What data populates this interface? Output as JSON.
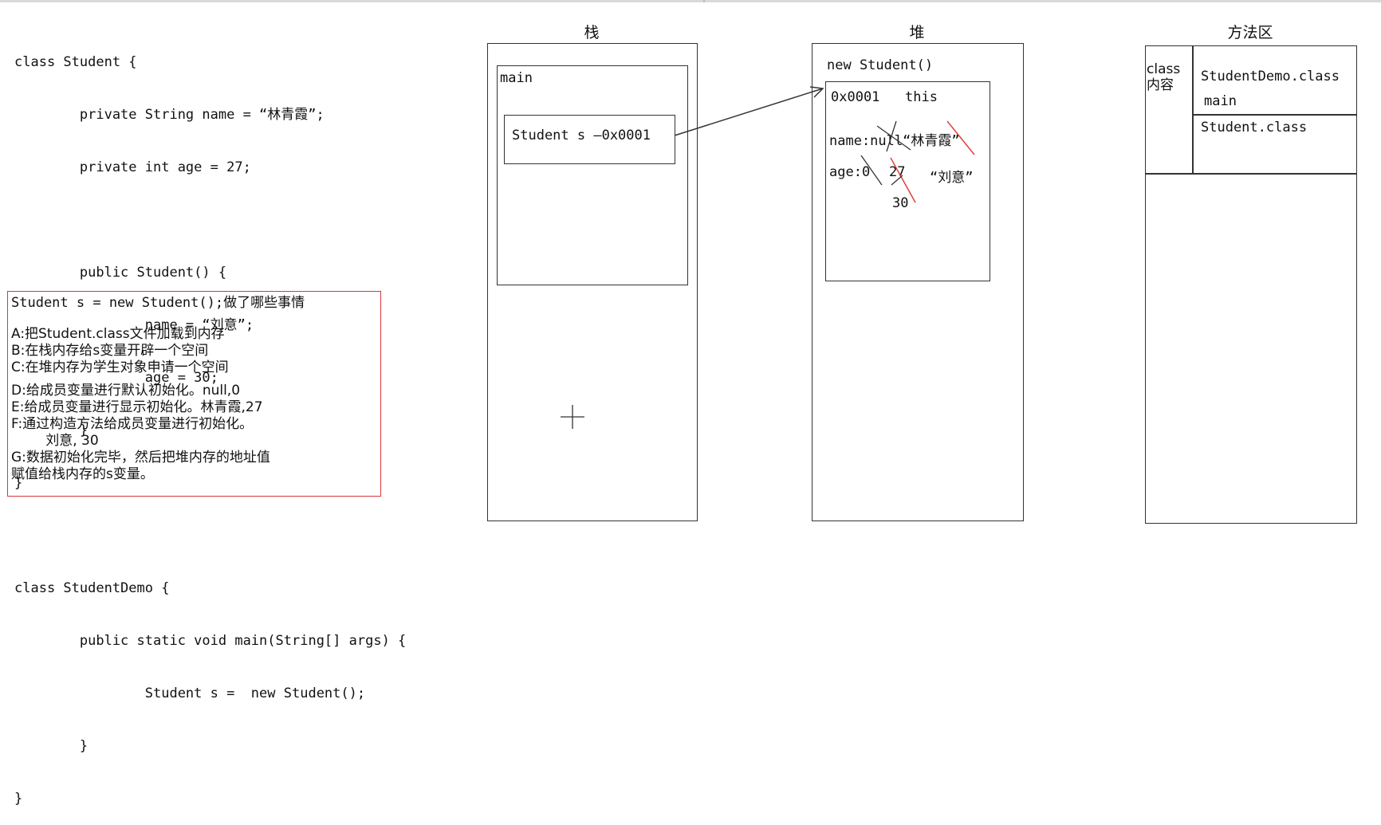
{
  "code": {
    "lines": [
      "class Student {",
      "        private String name = “林青霞”;",
      "        private int age = 27;",
      "",
      "        public Student() {",
      "                name = “刘意”;",
      "                age = 30;",
      "        }",
      "}",
      "",
      "class StudentDemo {",
      "        public static void main(String[] args) {",
      "                Student s =  new Student();",
      "        }",
      "}"
    ]
  },
  "steps": {
    "title": "Student s = new Student();做了哪些事情",
    "items": [
      "A:把Student.class文件加载到内存",
      "B:在栈内存给s变量开辟一个空间",
      "C:在堆内存为学生对象申请一个空间",
      "D:给成员变量进行默认初始化。null,0",
      "E:给成员变量进行显示初始化。林青霞,27",
      "F:通过构造方法给成员变量进行初始化。",
      "        刘意, 30",
      "G:数据初始化完毕，然后把堆内存的地址值",
      "赋值给栈内存的s变量。"
    ]
  },
  "stack": {
    "title": "栈",
    "frame_label": "main",
    "var_label": "Student s —0x0001"
  },
  "heap": {
    "title": "堆",
    "new_label": "new Student()",
    "address": "0x0001",
    "this_label": "this",
    "name_line": "name:null“林青霞”",
    "age_line_left": "age:0",
    "age_27": "27",
    "age_liuyi": "“刘意”",
    "age_30": "30"
  },
  "method_area": {
    "title": "方法区",
    "side_label_1": "class",
    "side_label_2": "内容",
    "entry_1": "StudentDemo.class",
    "entry_2": "main",
    "entry_3": "Student.class"
  },
  "colors": {
    "red_box": "#d9363e",
    "strike_red": "#e0403a",
    "strike_dark": "#333333"
  }
}
